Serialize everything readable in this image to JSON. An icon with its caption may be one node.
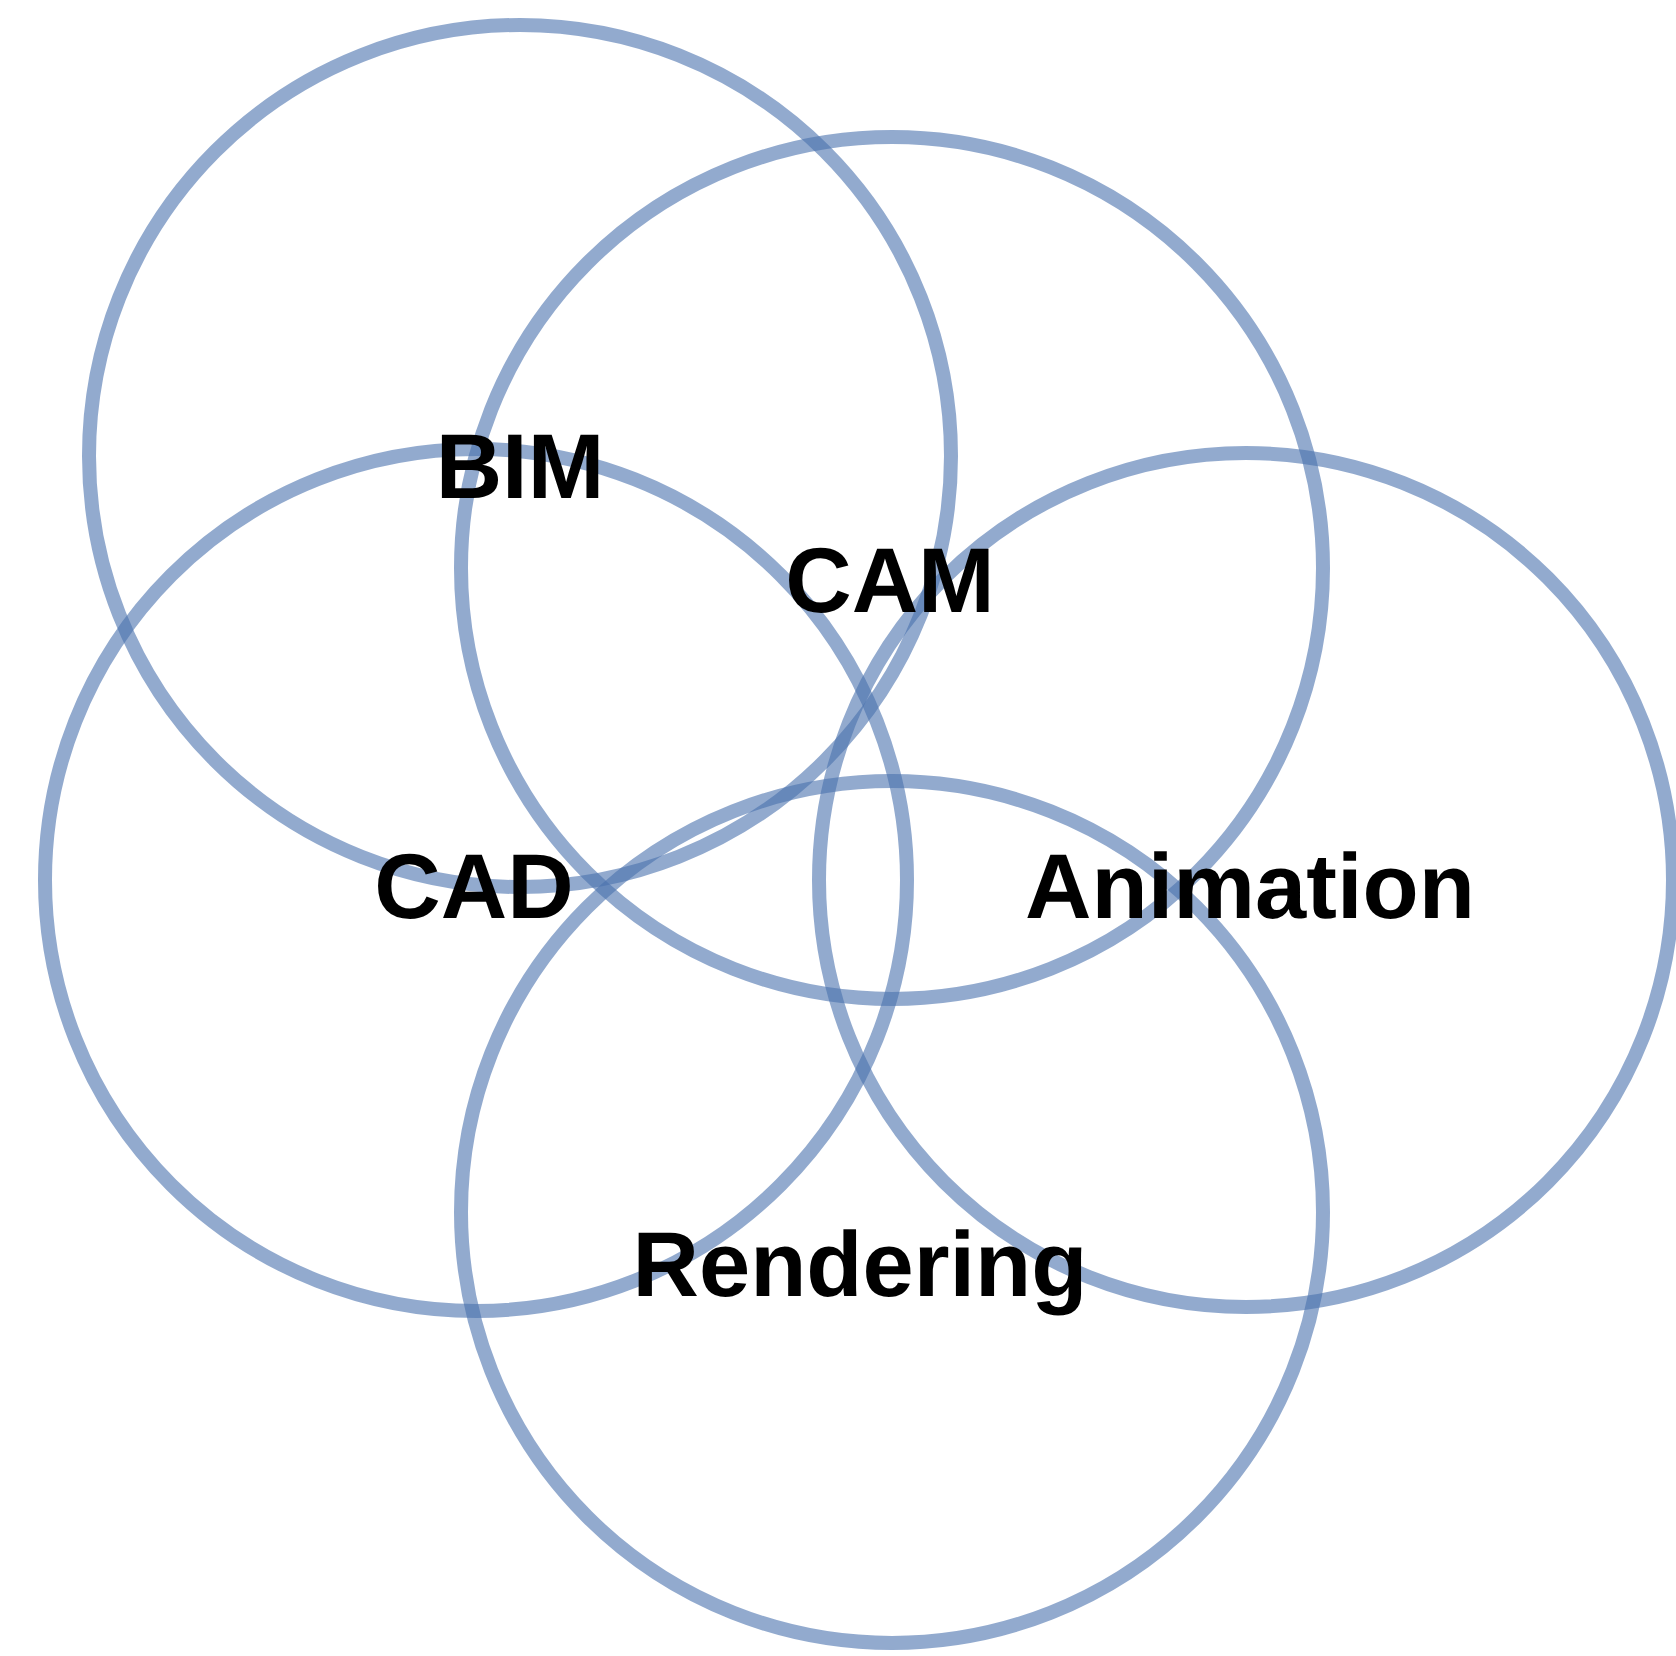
{
  "diagram": {
    "nodes": [
      {
        "text": [
          "BIM"
        ]
      },
      {
        "text": [
          "CAM"
        ]
      },
      {
        "text": [
          "CAD"
        ]
      },
      {
        "text": [
          "Animation"
        ]
      },
      {
        "text": [
          "Rendering"
        ]
      }
    ]
  }
}
